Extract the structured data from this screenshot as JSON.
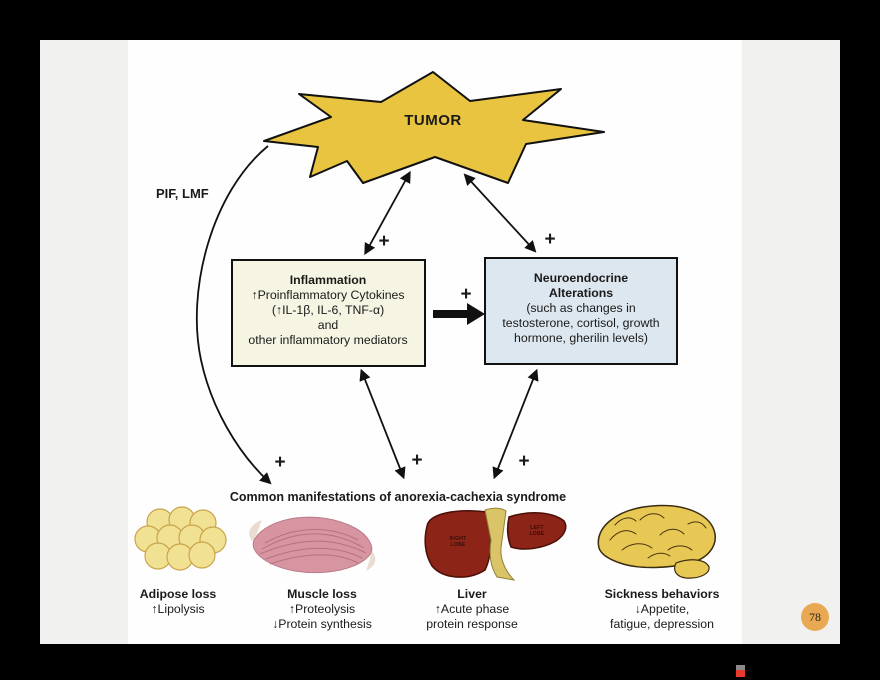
{
  "slide": {
    "page_number": "78"
  },
  "diagram": {
    "tumor": "TUMOR",
    "pif_lmf": "PIF, LMF",
    "plus": "+",
    "inflammation": {
      "title": "Inflammation",
      "lines": [
        "↑Proinflammatory Cytokines",
        "(↑IL-1β, IL-6, TNF-α)",
        "and",
        "other inflammatory mediators"
      ]
    },
    "neuroendocrine": {
      "title_lines": [
        "Neuroendocrine",
        "Alterations"
      ],
      "lines": [
        "(such as changes in",
        "testosterone, cortisol, growth",
        "hormone, gherilin levels)"
      ]
    },
    "manifestations_title": "Common manifestations of anorexia-cachexia syndrome",
    "organs": [
      {
        "title": "Adipose loss",
        "lines": [
          "↑Lipolysis"
        ]
      },
      {
        "title": "Muscle loss",
        "lines": [
          "↑Proteolysis",
          "↓Protein synthesis"
        ]
      },
      {
        "title": "Liver",
        "lines": [
          "↑Acute phase",
          "protein response"
        ]
      },
      {
        "title": "Sickness behaviors",
        "lines": [
          "↓Appetite,",
          "fatigue, depression"
        ]
      }
    ],
    "liver_text": {
      "right1": "RIGHT",
      "right2": "LOBE",
      "left1": "LEFT",
      "left2": "LOBE"
    },
    "colors": {
      "star": "#e8c440",
      "inflammation_bg": "#f6f5e3",
      "neuroendocrine_bg": "#dde7ef",
      "badge_bg": "#e9a852",
      "adipose": "#f0e193",
      "muscle": "#d795a2",
      "liver": "#8c2418",
      "brain": "#e7c854"
    }
  }
}
